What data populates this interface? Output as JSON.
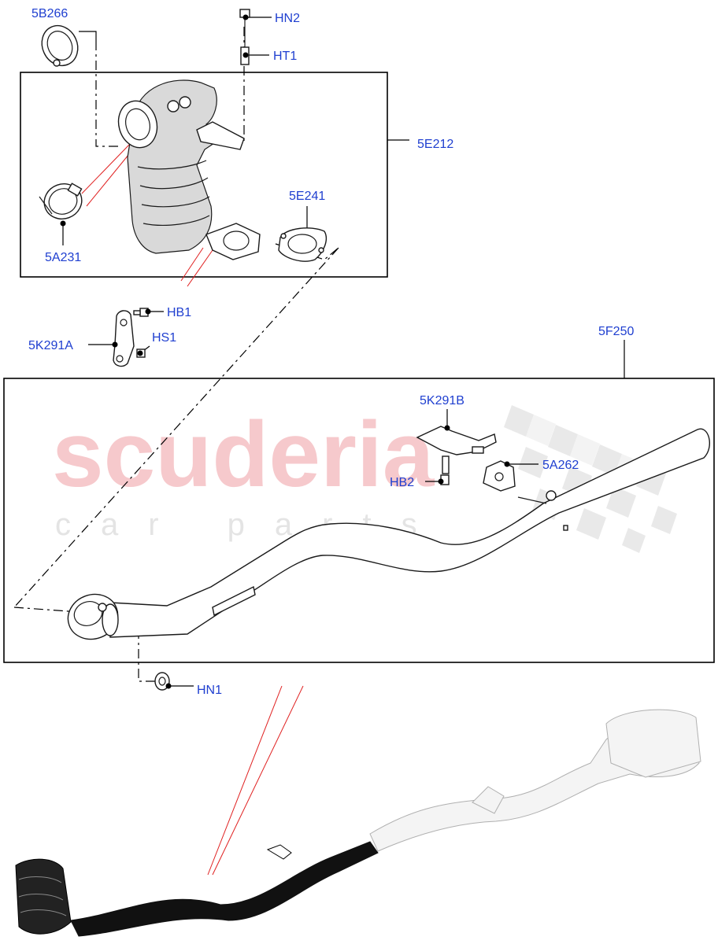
{
  "watermark": {
    "brand": "scuderia",
    "tagline": "car parts"
  },
  "labels": {
    "l5B266": "5B266",
    "lHN2": "HN2",
    "lHT1": "HT1",
    "l5E212": "5E212",
    "l5E241": "5E241",
    "l5A231": "5A231",
    "lHB1": "HB1",
    "lHS1": "HS1",
    "l5K291A": "5K291A",
    "l5F250": "5F250",
    "l5K291B": "5K291B",
    "l5A262": "5A262",
    "lHB2": "HB2",
    "lHN1": "HN1"
  },
  "colors": {
    "label": "#1f3fd0",
    "watermark_red": "#f6c9cc",
    "highlight_line": "#e02020"
  }
}
